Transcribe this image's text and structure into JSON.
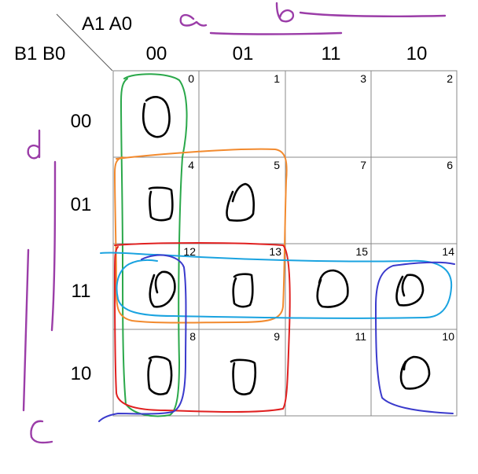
{
  "kmap": {
    "corner_col_label": "A1 A0",
    "corner_row_label": "B1 B0",
    "col_headers": [
      "00",
      "01",
      "11",
      "10"
    ],
    "row_headers": [
      "00",
      "01",
      "11",
      "10"
    ],
    "cell_indices": [
      [
        "0",
        "1",
        "3",
        "2"
      ],
      [
        "4",
        "5",
        "7",
        "6"
      ],
      [
        "12",
        "13",
        "15",
        "14"
      ],
      [
        "8",
        "9",
        "11",
        "10"
      ]
    ],
    "cell_values": [
      [
        "0",
        "",
        "",
        ""
      ],
      [
        "0",
        "0",
        "",
        ""
      ],
      [
        "0",
        "0",
        "0",
        "0"
      ],
      [
        "0",
        "0",
        "",
        "0"
      ]
    ]
  },
  "annotations": {
    "a": "a",
    "b": "b",
    "c": "c",
    "d": "d"
  },
  "groups": [
    {
      "color": "#2aa84a",
      "cells": "0,4,12,8"
    },
    {
      "color": "#f28a2e",
      "cells": "4,5,12,13"
    },
    {
      "color": "#e02020",
      "cells": "12,13,8,9"
    },
    {
      "color": "#1aa3e0",
      "cells": "12,13,15,14"
    },
    {
      "color": "#3a3acc",
      "cells": "12,8,14,10"
    }
  ]
}
